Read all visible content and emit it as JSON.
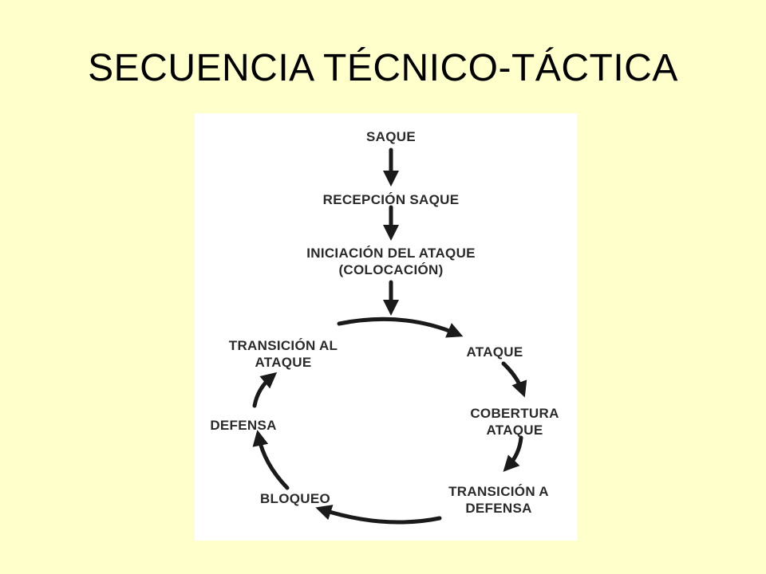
{
  "title": "SECUENCIA TÉCNICO-TÁCTICA",
  "colors": {
    "background": "#ffffcc",
    "panel": "#ffffff",
    "ink": "#1a1a1a"
  },
  "diagram": {
    "steps": {
      "saque": "SAQUE",
      "recepcion": "RECEPCIÓN SAQUE",
      "iniciacion_line1": "INICIACIÓN DEL ATAQUE",
      "iniciacion_line2": "(COLOCACIÓN)",
      "ataque": "ATAQUE",
      "cobertura_line1": "COBERTURA",
      "cobertura_line2": "ATAQUE",
      "transicion_defensa_line1": "TRANSICIÓN A",
      "transicion_defensa_line2": "DEFENSA",
      "bloqueo": "BLOQUEO",
      "defensa": "DEFENSA",
      "transicion_ataque_line1": "TRANSICIÓN AL",
      "transicion_ataque_line2": "ATAQUE"
    }
  }
}
